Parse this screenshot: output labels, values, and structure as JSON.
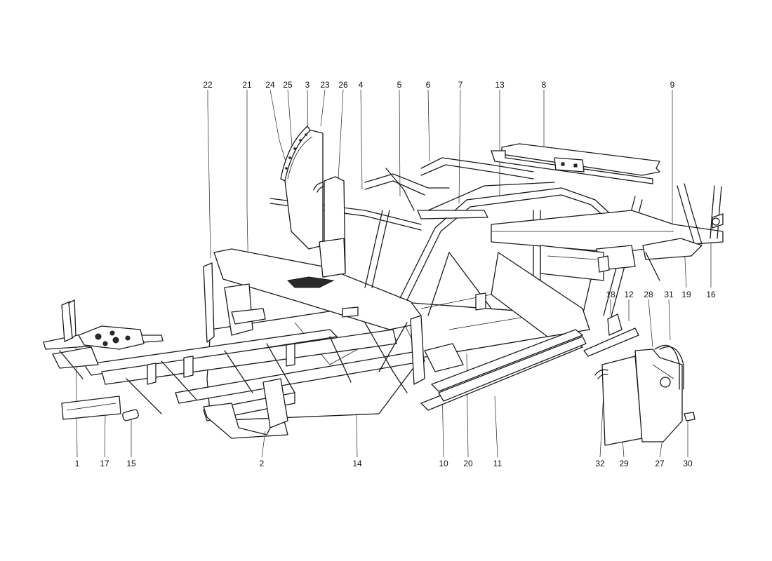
{
  "labels_top": [
    "22",
    "21",
    "24",
    "25",
    "3",
    "23",
    "26",
    "4",
    "5",
    "6",
    "7",
    "13",
    "8",
    "9"
  ],
  "labels_mid_right": [
    "18",
    "12",
    "28",
    "31",
    "19",
    "16"
  ],
  "labels_bottom": [
    "1",
    "17",
    "15",
    "2",
    "14",
    "10",
    "20",
    "11",
    "32",
    "29",
    "27",
    "30"
  ]
}
